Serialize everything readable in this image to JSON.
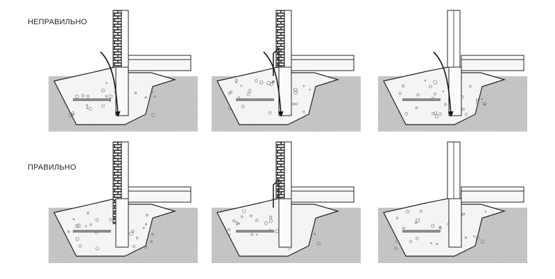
{
  "labels": {
    "wrong": "НЕПРАВИЛЬНО",
    "right": "ПРАВИЛЬНО"
  },
  "colors": {
    "ground": "#c9c9c9",
    "hatch": "#b0b0b0",
    "concrete": "#f4f4f4",
    "line": "#222222",
    "rebar": "#8a8a8a",
    "brick": "#ffffff"
  },
  "rows": [
    {
      "id": "wrong",
      "arrows": true
    },
    {
      "id": "right",
      "arrows": false
    }
  ],
  "columns": [
    {
      "id": "brick-wall",
      "wall_type": "brick"
    },
    {
      "id": "brick-wall-stepped",
      "wall_type": "brick-stepped"
    },
    {
      "id": "plain-wall",
      "wall_type": "plain"
    }
  ]
}
